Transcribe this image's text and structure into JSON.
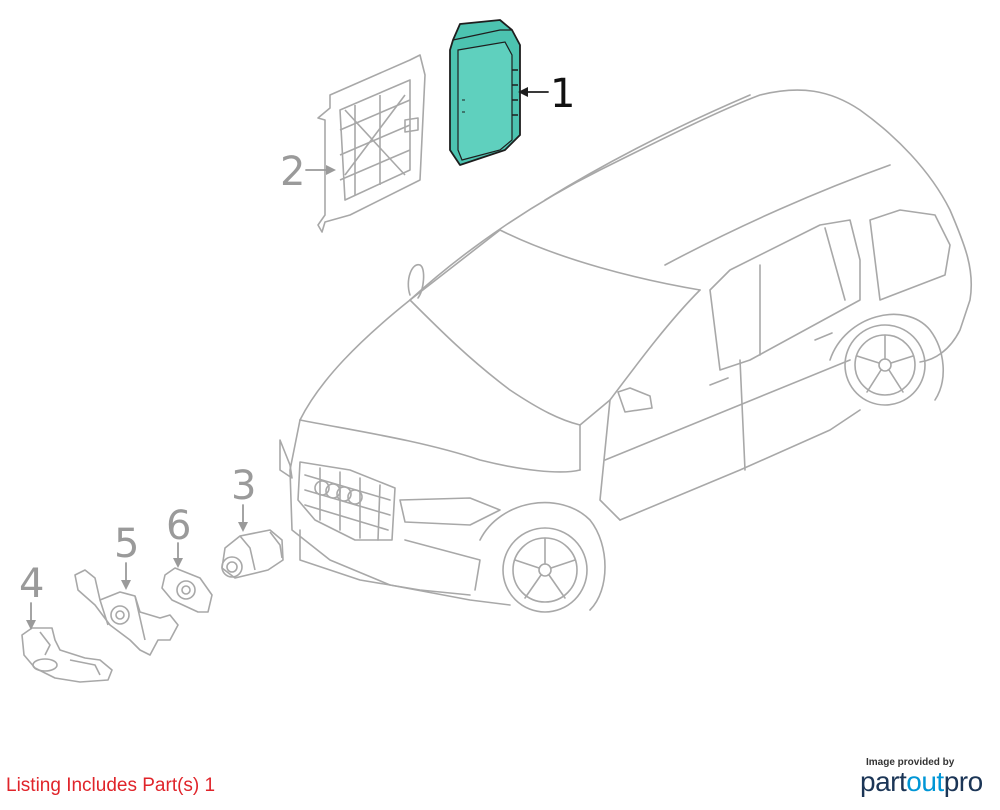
{
  "callouts": [
    {
      "id": "1",
      "label": "1",
      "highlighted": true
    },
    {
      "id": "2",
      "label": "2",
      "highlighted": false
    },
    {
      "id": "3",
      "label": "3",
      "highlighted": false
    },
    {
      "id": "4",
      "label": "4",
      "highlighted": false
    },
    {
      "id": "5",
      "label": "5",
      "highlighted": false
    },
    {
      "id": "6",
      "label": "6",
      "highlighted": false
    }
  ],
  "listing_note": "Listing Includes Part(s) 1",
  "credit": {
    "small_text": "Image provided by",
    "brand_part1": "part",
    "brand_part2": "out",
    "brand_part3": "pro"
  },
  "colors": {
    "highlight_fill": "#4cc3b0",
    "line_art": "#a8a8a8",
    "callout_gray": "#9a9a9a",
    "listing_red": "#e0242a",
    "brand_navy": "#1b3556",
    "brand_blue": "#0096d6"
  }
}
